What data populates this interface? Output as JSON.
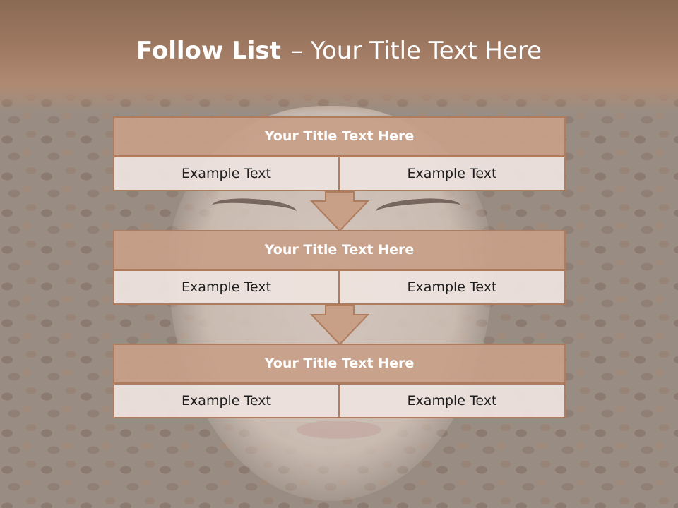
{
  "slide": {
    "title_bold": "Follow List",
    "title_rest": "– Your Title Text Here"
  },
  "blocks": [
    {
      "title": "Your Title Text Here",
      "left": "Example Text",
      "right": "Example Text"
    },
    {
      "title": "Your Title Text Here",
      "left": "Example Text",
      "right": "Example Text"
    },
    {
      "title": "Your Title Text Here",
      "left": "Example Text",
      "right": "Example Text"
    }
  ],
  "colors": {
    "header": "#a07a62",
    "block_title_fill": "#c8a088",
    "border": "#b07c5e",
    "cell_fill": "#eee2de",
    "arrow_fill": "#c8a088"
  },
  "icons": {
    "arrow": "down-arrow-icon"
  }
}
